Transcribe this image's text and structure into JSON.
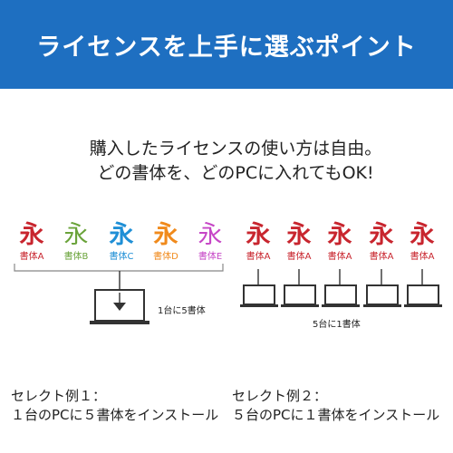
{
  "banner": {
    "title": "ライセンスを上手に選ぶポイント",
    "color": "#1e6fc1"
  },
  "lead": {
    "line1": "購入したライセンスの使い方は自由。",
    "line2": "どの書体を、どのPCに入れてもOK!"
  },
  "left_fonts": [
    {
      "glyph": "永",
      "label": "書体A",
      "color": "#c8252e"
    },
    {
      "glyph": "永",
      "label": "書体B",
      "color": "#6aa33a"
    },
    {
      "glyph": "永",
      "label": "書体C",
      "color": "#1f8fd6"
    },
    {
      "glyph": "永",
      "label": "書体D",
      "color": "#f08a1c"
    },
    {
      "glyph": "永",
      "label": "書体E",
      "color": "#c646c6"
    }
  ],
  "right_fonts": [
    {
      "glyph": "永",
      "label": "書体A",
      "color": "#c8252e"
    },
    {
      "glyph": "永",
      "label": "書体A",
      "color": "#c8252e"
    },
    {
      "glyph": "永",
      "label": "書体A",
      "color": "#c8252e"
    },
    {
      "glyph": "永",
      "label": "書体A",
      "color": "#c8252e"
    },
    {
      "glyph": "永",
      "label": "書体A",
      "color": "#c8252e"
    }
  ],
  "left_caption": "1台に5書体",
  "right_caption": "5台に1書体",
  "example1": {
    "title": "セレクト例１：",
    "body": "１台のPCに５書体をインストール"
  },
  "example2": {
    "title": "セレクト例２：",
    "body": "５台のPCに１書体をインストール"
  }
}
